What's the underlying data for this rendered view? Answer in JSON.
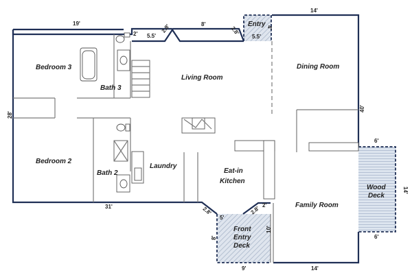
{
  "rooms": {
    "bedroom3": "Bedroom 3",
    "bath3": "Bath 3",
    "living": "Living Room",
    "entry": "Entry",
    "dining": "Dining Room",
    "bedroom2": "Bedroom 2",
    "bath2": "Bath 2",
    "laundry": "Laundry",
    "kitchen_line1": "Eat-in",
    "kitchen_line2": "Kitchen",
    "family": "Family Room",
    "front_deck_line1": "Front",
    "front_deck_line2": "Entry",
    "front_deck_line3": "Deck",
    "wood_deck_line1": "Wood",
    "wood_deck_line2": "Deck"
  },
  "dimensions": {
    "top_left": "19'",
    "small_a": "2'",
    "bay_left": "5.5'",
    "bay_diag_left": "2.8'",
    "bay_top": "8'",
    "bay_diag_right": "2.8'",
    "entry_bottom": "5.5'",
    "entry_side": "4'",
    "top_right": "14'",
    "left_side": "28'",
    "right_side": "40'",
    "bottom_left": "31'",
    "diag_bottom_left": "2.8'",
    "deck_top": "5'",
    "deck_diag": "2.8'",
    "small_b": "2'",
    "deck_left": "8'",
    "deck_right": "10'",
    "deck_bottom": "9'",
    "bottom_right": "14'",
    "wood_top": "6'",
    "wood_side": "14'",
    "wood_bottom": "6'"
  }
}
